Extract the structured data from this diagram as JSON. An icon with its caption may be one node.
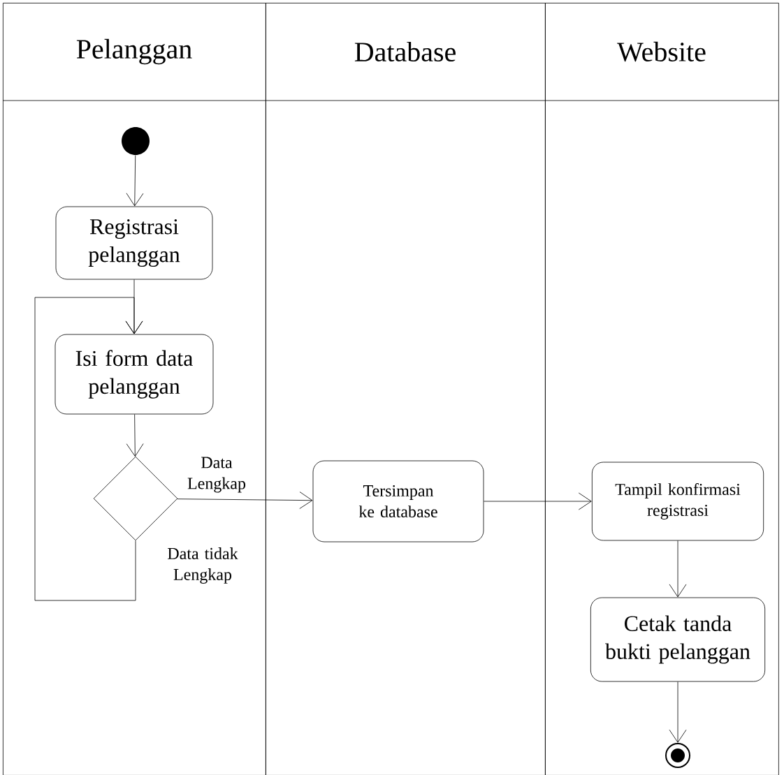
{
  "diagram": {
    "nodes": [
      {
        "text": [
          "Pelanggan"
        ]
      },
      {
        "text": [
          "Database"
        ]
      },
      {
        "text": [
          "Website"
        ]
      },
      {
        "text": [],
        "shape": "circle",
        "in": 0
      },
      {
        "text": [
          "Registrasi pelanggan"
        ],
        "in": 0
      },
      {
        "text": [
          "Isi form data pelanggan"
        ],
        "in": 0
      },
      {
        "text": [],
        "shape": "diamond",
        "in": 0
      },
      {
        "text": [
          "Tersimpan ke database"
        ],
        "in": 1
      },
      {
        "text": [
          "Tampil konfirmasi registrasi"
        ],
        "in": 2
      },
      {
        "text": [
          "Cetak tanda bukti pelanggan"
        ],
        "in": 2
      },
      {
        "text": [],
        "shape": "circle",
        "in": 2
      }
    ],
    "edges": [
      {
        "from": 3,
        "to": 4,
        "arrow": "to"
      },
      {
        "from": 4,
        "to": 5,
        "arrow": "to"
      },
      {
        "from": 5,
        "to": 6,
        "arrow": "to"
      },
      {
        "from": 6,
        "to": 7,
        "arrow": "to",
        "label": "Data Lengkap"
      },
      {
        "from": 6,
        "to": 5,
        "arrow": "to",
        "label": "Data tidak Lengkap"
      },
      {
        "from": 7,
        "to": 8,
        "arrow": "to"
      },
      {
        "from": 8,
        "to": 9,
        "arrow": "to"
      },
      {
        "from": 9,
        "to": 10,
        "arrow": "to"
      }
    ]
  }
}
